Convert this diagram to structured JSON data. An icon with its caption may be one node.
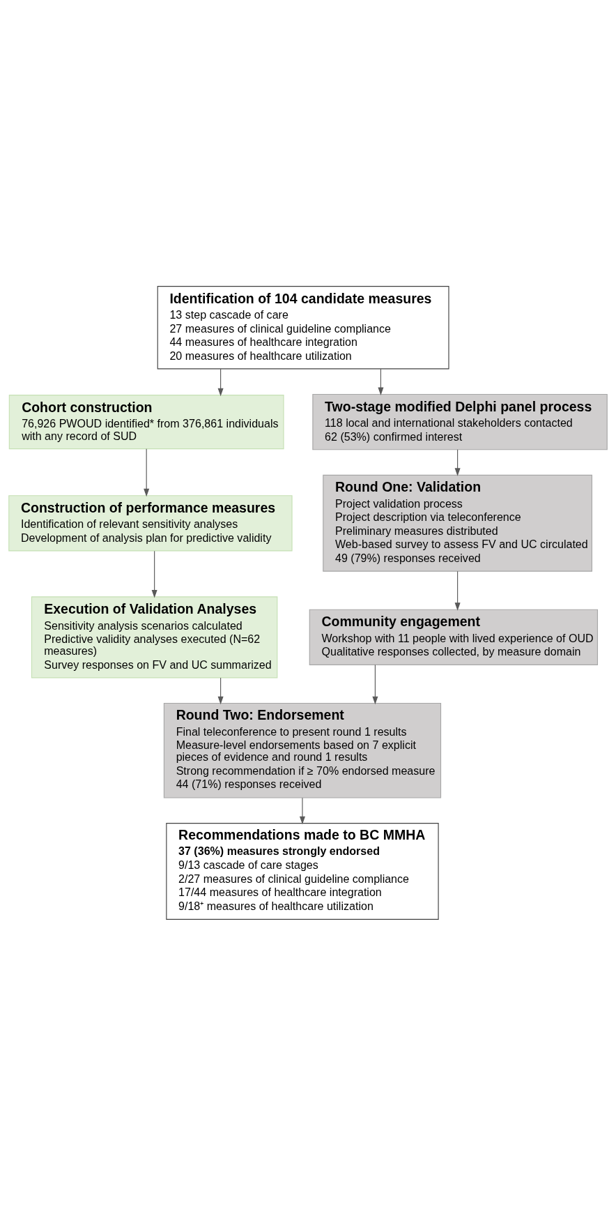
{
  "diagram": {
    "nodes": [
      {
        "text": [
          "Identification of 104 candidate measures",
          "13 step cascade of care",
          "27 measures of clinical guideline compliance",
          "44 measures of healthcare integration",
          "20 measures of healthcare utilization"
        ]
      },
      {
        "text": [
          "Cohort construction",
          "76,926 PWOUD identified* from 376,861 individuals with any record of SUD"
        ]
      },
      {
        "text": [
          "Construction of performance measures",
          "Identification of relevant sensitivity analyses",
          "Development of analysis plan for predictive validity"
        ]
      },
      {
        "text": [
          "Two-stage modified Delphi panel process",
          "118 local and international stakeholders contacted",
          "62 (53%) confirmed interest"
        ]
      },
      {
        "text": [
          "Round One: Validation",
          "Project validation process",
          "Project description via teleconference",
          "Preliminary measures distributed",
          "Web-based survey to assess FV and UC circulated",
          "49 (79%) responses received"
        ]
      },
      {
        "text": [
          "Community engagement",
          "Workshop with 11 people with lived experience of OUD",
          "Qualitative responses collected, by measure domain"
        ]
      },
      {
        "text": [
          "Execution of Validation Analyses",
          "Sensitivity analysis scenarios calculated",
          "Predictive validity analyses executed (N=62 measures)",
          "Survey responses on FV and UC summarized"
        ]
      },
      {
        "text": [
          "Round Two: Endorsement",
          "Final teleconference to present round 1 results",
          "Measure-level endorsements based on 7 explicit pieces of evidence and round 1 results",
          "Strong recommendation if ≥ 70% endorsed measure",
          "44 (71%) responses received"
        ]
      },
      {
        "text": [
          "Recommendations made to BC MMHA",
          "37 (36%) measures strongly endorsed",
          "9/13 cascade of care stages",
          "2/27 measures of clinical guideline compliance",
          "17/44 measures of healthcare integration",
          "9/18⁺ measures of healthcare utilization"
        ]
      }
    ],
    "edges": [
      {
        "from": 0,
        "to": 1,
        "arrow": "to"
      },
      {
        "from": 1,
        "to": 2,
        "arrow": "to"
      },
      {
        "from": 0,
        "to": 3,
        "arrow": "to"
      },
      {
        "from": 3,
        "to": 4,
        "arrow": "to"
      },
      {
        "from": 4,
        "to": 5,
        "arrow": "to"
      },
      {
        "from": 2,
        "to": 6,
        "arrow": "to"
      },
      {
        "from": 5,
        "to": 7,
        "arrow": "to"
      },
      {
        "from": 6,
        "to": 7,
        "arrow": "to"
      },
      {
        "from": 7,
        "to": 8,
        "arrow": "to"
      }
    ]
  }
}
